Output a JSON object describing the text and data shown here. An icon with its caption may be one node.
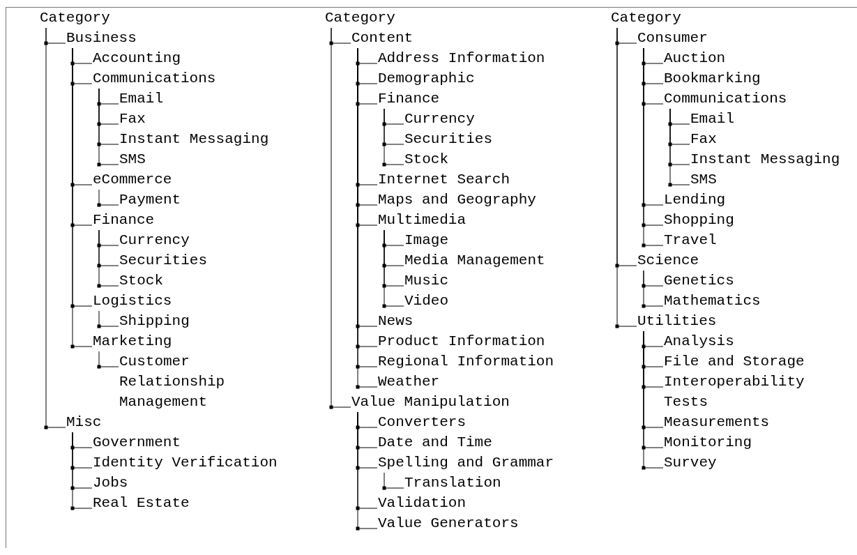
{
  "diagram": {
    "nodes": [
      {
        "text": [
          "Category"
        ]
      },
      {
        "text": [
          "Business"
        ]
      },
      {
        "text": [
          "Accounting"
        ]
      },
      {
        "text": [
          "Communications"
        ]
      },
      {
        "text": [
          "Email"
        ]
      },
      {
        "text": [
          "Fax"
        ]
      },
      {
        "text": [
          "Instant Messaging"
        ]
      },
      {
        "text": [
          "SMS"
        ]
      },
      {
        "text": [
          "eCommerce"
        ]
      },
      {
        "text": [
          "Payment"
        ]
      },
      {
        "text": [
          "Finance"
        ]
      },
      {
        "text": [
          "Currency"
        ]
      },
      {
        "text": [
          "Securities"
        ]
      },
      {
        "text": [
          "Stock"
        ]
      },
      {
        "text": [
          "Logistics"
        ]
      },
      {
        "text": [
          "Shipping"
        ]
      },
      {
        "text": [
          "Marketing"
        ]
      },
      {
        "text": [
          "Customer Relationship Management"
        ]
      },
      {
        "text": [
          "Misc"
        ]
      },
      {
        "text": [
          "Government"
        ]
      },
      {
        "text": [
          "Identity Verification"
        ]
      },
      {
        "text": [
          "Jobs"
        ]
      },
      {
        "text": [
          "Real Estate"
        ]
      },
      {
        "text": [
          "Category"
        ]
      },
      {
        "text": [
          "Content"
        ]
      },
      {
        "text": [
          "Address Information"
        ]
      },
      {
        "text": [
          "Demographic"
        ]
      },
      {
        "text": [
          "Finance"
        ]
      },
      {
        "text": [
          "Currency"
        ]
      },
      {
        "text": [
          "Securities"
        ]
      },
      {
        "text": [
          "Stock"
        ]
      },
      {
        "text": [
          "Internet Search"
        ]
      },
      {
        "text": [
          "Maps and Geography"
        ]
      },
      {
        "text": [
          "Multimedia"
        ]
      },
      {
        "text": [
          "Image"
        ]
      },
      {
        "text": [
          "Media Management"
        ]
      },
      {
        "text": [
          "Music"
        ]
      },
      {
        "text": [
          "Video"
        ]
      },
      {
        "text": [
          "News"
        ]
      },
      {
        "text": [
          "Product Information"
        ]
      },
      {
        "text": [
          "Regional Information"
        ]
      },
      {
        "text": [
          "Weather"
        ]
      },
      {
        "text": [
          "Value Manipulation"
        ]
      },
      {
        "text": [
          "Converters"
        ]
      },
      {
        "text": [
          "Date and Time"
        ]
      },
      {
        "text": [
          "Spelling and Grammar"
        ]
      },
      {
        "text": [
          "Translation"
        ]
      },
      {
        "text": [
          "Validation"
        ]
      },
      {
        "text": [
          "Value Generators"
        ]
      },
      {
        "text": [
          "Category"
        ]
      },
      {
        "text": [
          "Consumer"
        ]
      },
      {
        "text": [
          "Auction"
        ]
      },
      {
        "text": [
          "Bookmarking"
        ]
      },
      {
        "text": [
          "Communications"
        ]
      },
      {
        "text": [
          "Email"
        ]
      },
      {
        "text": [
          "Fax"
        ]
      },
      {
        "text": [
          "Instant Messaging"
        ]
      },
      {
        "text": [
          "SMS"
        ]
      },
      {
        "text": [
          "Lending"
        ]
      },
      {
        "text": [
          "Shopping"
        ]
      },
      {
        "text": [
          "Travel"
        ]
      },
      {
        "text": [
          "Science"
        ]
      },
      {
        "text": [
          "Genetics"
        ]
      },
      {
        "text": [
          "Mathematics"
        ]
      },
      {
        "text": [
          "Utilities"
        ]
      },
      {
        "text": [
          "Analysis"
        ]
      },
      {
        "text": [
          "File and Storage"
        ]
      },
      {
        "text": [
          "Interoperability Tests"
        ]
      },
      {
        "text": [
          "Measurements"
        ]
      },
      {
        "text": [
          "Monitoring"
        ]
      },
      {
        "text": [
          "Survey"
        ]
      }
    ],
    "edges": [
      {
        "from": 0,
        "to": 1,
        "arrow": "none"
      },
      {
        "from": 1,
        "to": 2,
        "arrow": "none"
      },
      {
        "from": 1,
        "to": 3,
        "arrow": "none"
      },
      {
        "from": 3,
        "to": 4,
        "arrow": "none"
      },
      {
        "from": 3,
        "to": 5,
        "arrow": "none"
      },
      {
        "from": 3,
        "to": 6,
        "arrow": "none"
      },
      {
        "from": 3,
        "to": 7,
        "arrow": "none"
      },
      {
        "from": 1,
        "to": 8,
        "arrow": "none"
      },
      {
        "from": 8,
        "to": 9,
        "arrow": "none"
      },
      {
        "from": 1,
        "to": 10,
        "arrow": "none"
      },
      {
        "from": 10,
        "to": 11,
        "arrow": "none"
      },
      {
        "from": 10,
        "to": 12,
        "arrow": "none"
      },
      {
        "from": 10,
        "to": 13,
        "arrow": "none"
      },
      {
        "from": 1,
        "to": 14,
        "arrow": "none"
      },
      {
        "from": 14,
        "to": 15,
        "arrow": "none"
      },
      {
        "from": 1,
        "to": 16,
        "arrow": "none"
      },
      {
        "from": 16,
        "to": 17,
        "arrow": "none"
      },
      {
        "from": 0,
        "to": 18,
        "arrow": "none"
      },
      {
        "from": 18,
        "to": 19,
        "arrow": "none"
      },
      {
        "from": 18,
        "to": 20,
        "arrow": "none"
      },
      {
        "from": 18,
        "to": 21,
        "arrow": "none"
      },
      {
        "from": 18,
        "to": 22,
        "arrow": "none"
      },
      {
        "from": 23,
        "to": 24,
        "arrow": "none"
      },
      {
        "from": 24,
        "to": 25,
        "arrow": "none"
      },
      {
        "from": 24,
        "to": 26,
        "arrow": "none"
      },
      {
        "from": 24,
        "to": 27,
        "arrow": "none"
      },
      {
        "from": 27,
        "to": 28,
        "arrow": "none"
      },
      {
        "from": 27,
        "to": 29,
        "arrow": "none"
      },
      {
        "from": 27,
        "to": 30,
        "arrow": "none"
      },
      {
        "from": 24,
        "to": 31,
        "arrow": "none"
      },
      {
        "from": 24,
        "to": 32,
        "arrow": "none"
      },
      {
        "from": 24,
        "to": 33,
        "arrow": "none"
      },
      {
        "from": 33,
        "to": 34,
        "arrow": "none"
      },
      {
        "from": 33,
        "to": 35,
        "arrow": "none"
      },
      {
        "from": 33,
        "to": 36,
        "arrow": "none"
      },
      {
        "from": 33,
        "to": 37,
        "arrow": "none"
      },
      {
        "from": 24,
        "to": 38,
        "arrow": "none"
      },
      {
        "from": 24,
        "to": 39,
        "arrow": "none"
      },
      {
        "from": 24,
        "to": 40,
        "arrow": "none"
      },
      {
        "from": 24,
        "to": 41,
        "arrow": "none"
      },
      {
        "from": 23,
        "to": 42,
        "arrow": "none"
      },
      {
        "from": 42,
        "to": 43,
        "arrow": "none"
      },
      {
        "from": 42,
        "to": 44,
        "arrow": "none"
      },
      {
        "from": 42,
        "to": 45,
        "arrow": "none"
      },
      {
        "from": 45,
        "to": 46,
        "arrow": "none"
      },
      {
        "from": 42,
        "to": 47,
        "arrow": "none"
      },
      {
        "from": 42,
        "to": 48,
        "arrow": "none"
      },
      {
        "from": 49,
        "to": 50,
        "arrow": "none"
      },
      {
        "from": 50,
        "to": 51,
        "arrow": "none"
      },
      {
        "from": 50,
        "to": 52,
        "arrow": "none"
      },
      {
        "from": 50,
        "to": 53,
        "arrow": "none"
      },
      {
        "from": 53,
        "to": 54,
        "arrow": "none"
      },
      {
        "from": 53,
        "to": 55,
        "arrow": "none"
      },
      {
        "from": 53,
        "to": 56,
        "arrow": "none"
      },
      {
        "from": 53,
        "to": 57,
        "arrow": "none"
      },
      {
        "from": 50,
        "to": 58,
        "arrow": "none"
      },
      {
        "from": 50,
        "to": 59,
        "arrow": "none"
      },
      {
        "from": 50,
        "to": 60,
        "arrow": "none"
      },
      {
        "from": 49,
        "to": 61,
        "arrow": "none"
      },
      {
        "from": 61,
        "to": 62,
        "arrow": "none"
      },
      {
        "from": 61,
        "to": 63,
        "arrow": "none"
      },
      {
        "from": 49,
        "to": 64,
        "arrow": "none"
      },
      {
        "from": 64,
        "to": 65,
        "arrow": "none"
      },
      {
        "from": 64,
        "to": 66,
        "arrow": "none"
      },
      {
        "from": 64,
        "to": 67,
        "arrow": "none"
      },
      {
        "from": 64,
        "to": 68,
        "arrow": "none"
      },
      {
        "from": 64,
        "to": 69,
        "arrow": "none"
      },
      {
        "from": 64,
        "to": 70,
        "arrow": "none"
      }
    ]
  }
}
